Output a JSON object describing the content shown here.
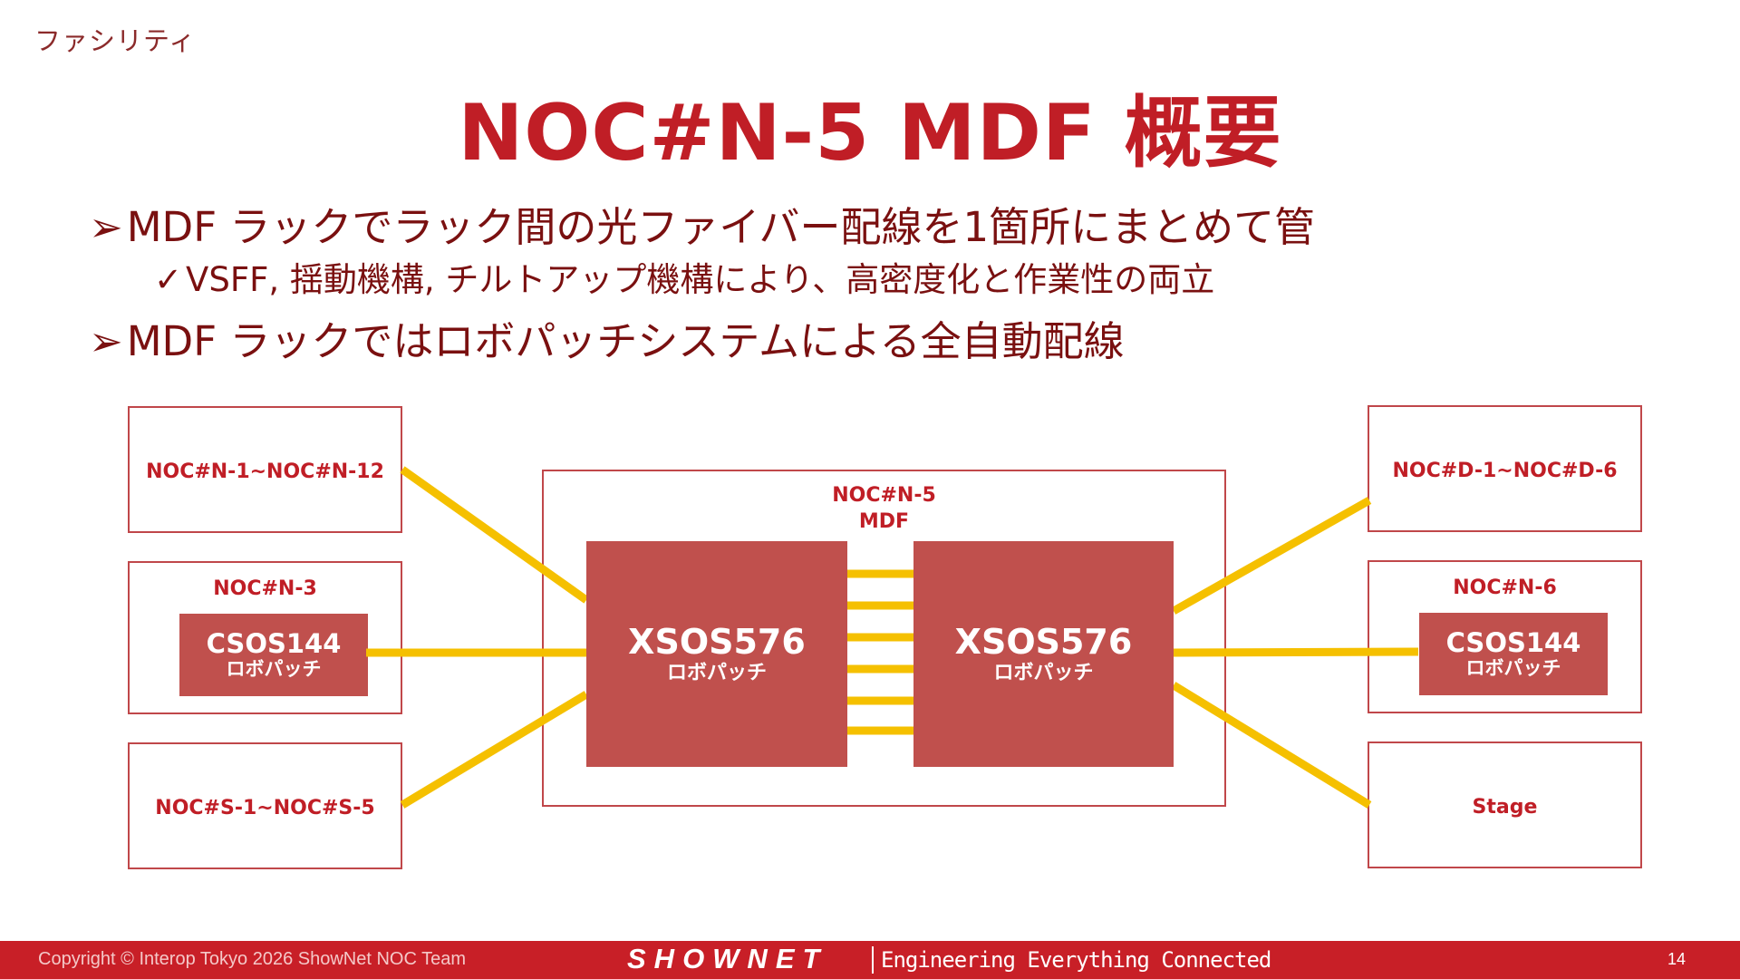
{
  "header": {
    "category": "ファシリティ",
    "title": "NOC#N-5 MDF 概要"
  },
  "bullets": [
    {
      "marker": "➢",
      "text": "MDF ラックでラック間の光ファイバー配線を1箇所にまとめて管"
    },
    {
      "marker": "✓",
      "text": "VSFF, 揺動機構, チルトアップ機構により、高密度化と作業性の両立"
    },
    {
      "marker": "➢",
      "text": "MDF ラックではロボパッチシステムによる全自動配線"
    }
  ],
  "diagram": {
    "colors": {
      "link": "#f5c000",
      "box_border": "#c0474a",
      "patch_fill": "#c0504d",
      "label": "#c01e26"
    },
    "mdf": {
      "label_line1": "NOC#N-5",
      "label_line2": "MDF"
    },
    "core_left": {
      "model": "XSOS576",
      "sub": "ロボパッチ"
    },
    "core_right": {
      "model": "XSOS576",
      "sub": "ロボパッチ"
    },
    "left_nodes": [
      {
        "label": "NOC#N-1~NOC#N-12"
      },
      {
        "label": "NOC#N-3",
        "patch_model": "CSOS144",
        "patch_sub": "ロボパッチ"
      },
      {
        "label": "NOC#S-1~NOC#S-5"
      }
    ],
    "right_nodes": [
      {
        "label": "NOC#D-1~NOC#D-6"
      },
      {
        "label": "NOC#N-6",
        "patch_model": "CSOS144",
        "patch_sub": "ロボパッチ"
      },
      {
        "label": "Stage"
      }
    ]
  },
  "footer": {
    "copyright": "Copyright © Interop Tokyo 2026 ShowNet NOC Team",
    "brand": "SHOWNET",
    "tagline": "Engineering Everything Connected",
    "page_number": "14"
  }
}
